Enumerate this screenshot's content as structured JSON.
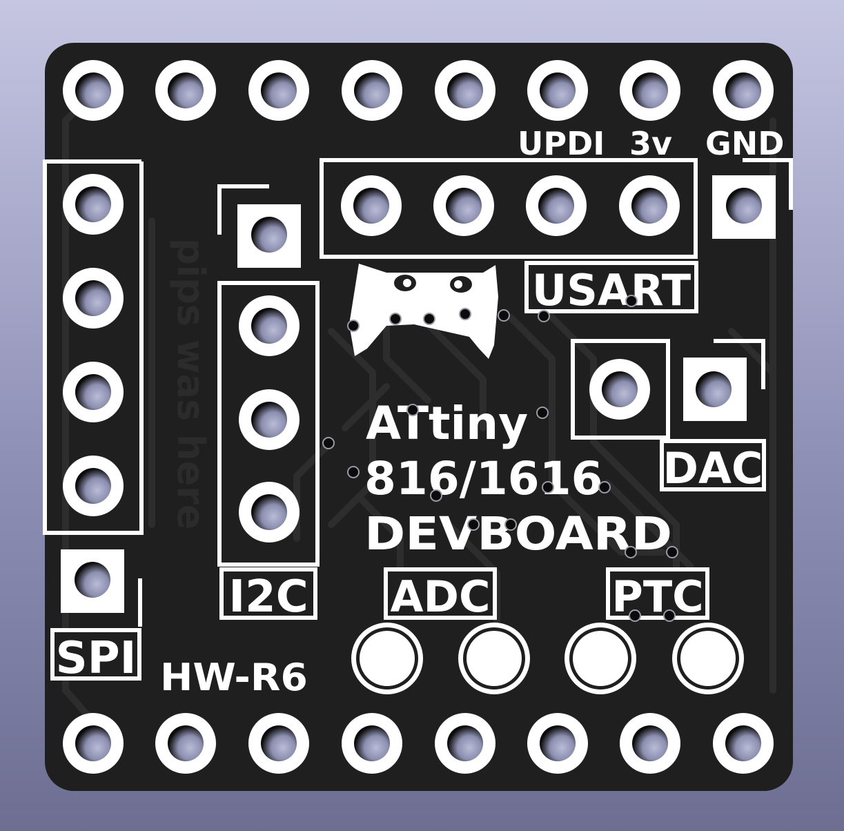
{
  "board": {
    "title_line1": "ATtiny",
    "title_line2": "816/1616",
    "title_line3": "DEVBOARD",
    "revision": "HW-R6",
    "hidden_note": "pips was here"
  },
  "labels": {
    "updi": "UPDI",
    "v3": "3v",
    "gnd": "GND",
    "usart": "USART",
    "dac": "DAC",
    "i2c": "I2C",
    "spi": "SPI",
    "adc": "ADC",
    "ptc": "PTC"
  },
  "colors": {
    "board": "#1f1f1f",
    "copper": "#2a2a2a",
    "silkscreen": "#ffffff",
    "hole": "#0b0b0b",
    "background_top": "#c5c6e2",
    "background_bottom": "#6d6e92"
  },
  "mascot": {
    "icon": "cat-face-icon"
  }
}
